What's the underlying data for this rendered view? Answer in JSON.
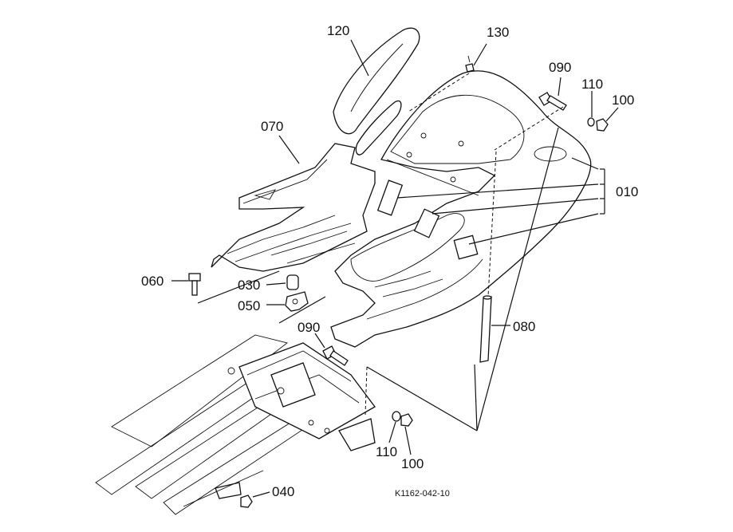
{
  "labels": {
    "p010": "010",
    "p030": "030",
    "p040": "040",
    "p050": "050",
    "p060": "060",
    "p070": "070",
    "p080": "080",
    "p090a": "090",
    "p090b": "090",
    "p100a": "100",
    "p100b": "100",
    "p110a": "110",
    "p110b": "110",
    "p120": "120",
    "p130": "130"
  },
  "drawing_code": "K1162-042-10"
}
